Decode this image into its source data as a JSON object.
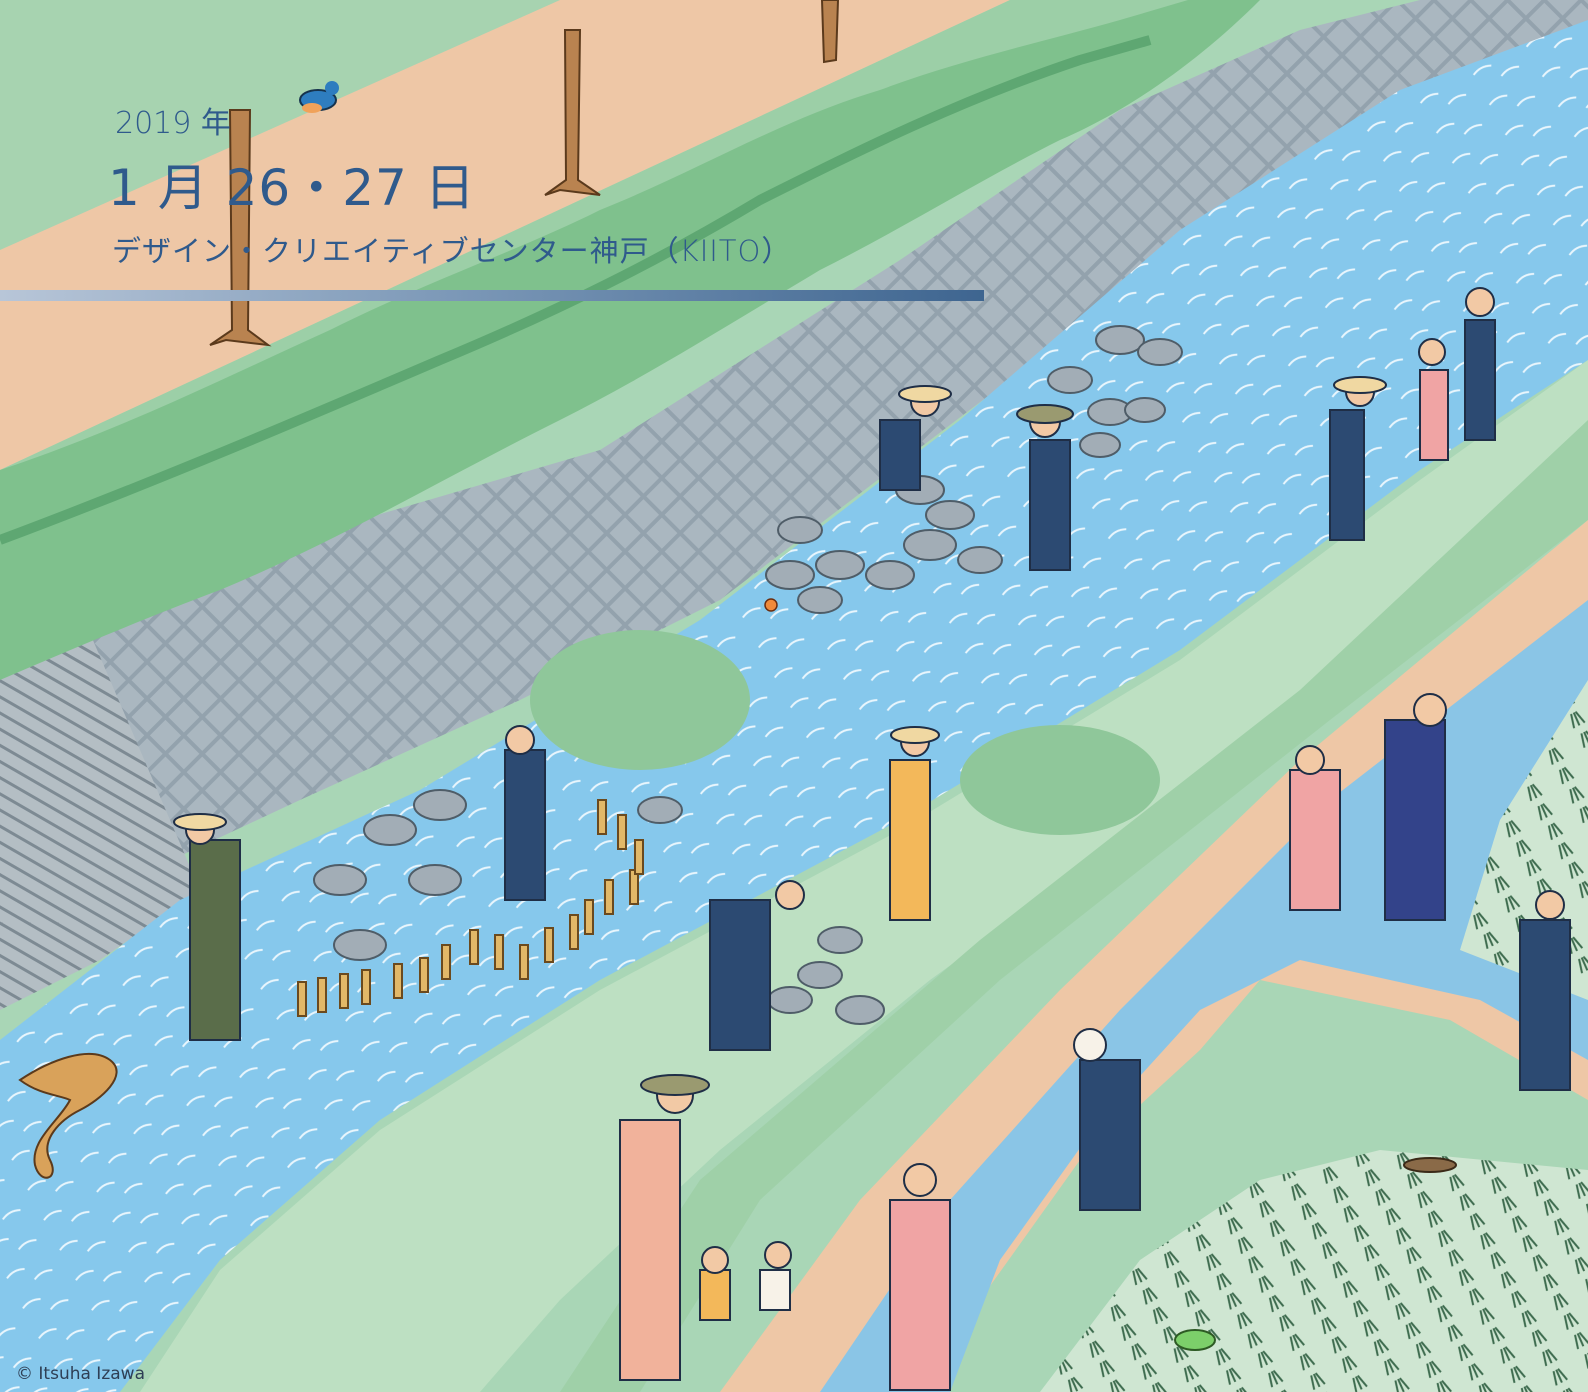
{
  "header": {
    "year": "2019 年",
    "date": "1 月 26・27 日",
    "venue": "デザイン・クリエイティブセンター神戸（KIITO）"
  },
  "credit": "© Itsuha Izawa",
  "colors": {
    "text": "#2f5a8c",
    "water": "#7fc4e8",
    "grass": "#9fd0a8",
    "path": "#eecaa8",
    "wall": "#8a9aa6"
  },
  "icons": [
    "kingfisher-icon",
    "salamander-icon",
    "crab-icon",
    "frog-icon",
    "fish-icon"
  ]
}
